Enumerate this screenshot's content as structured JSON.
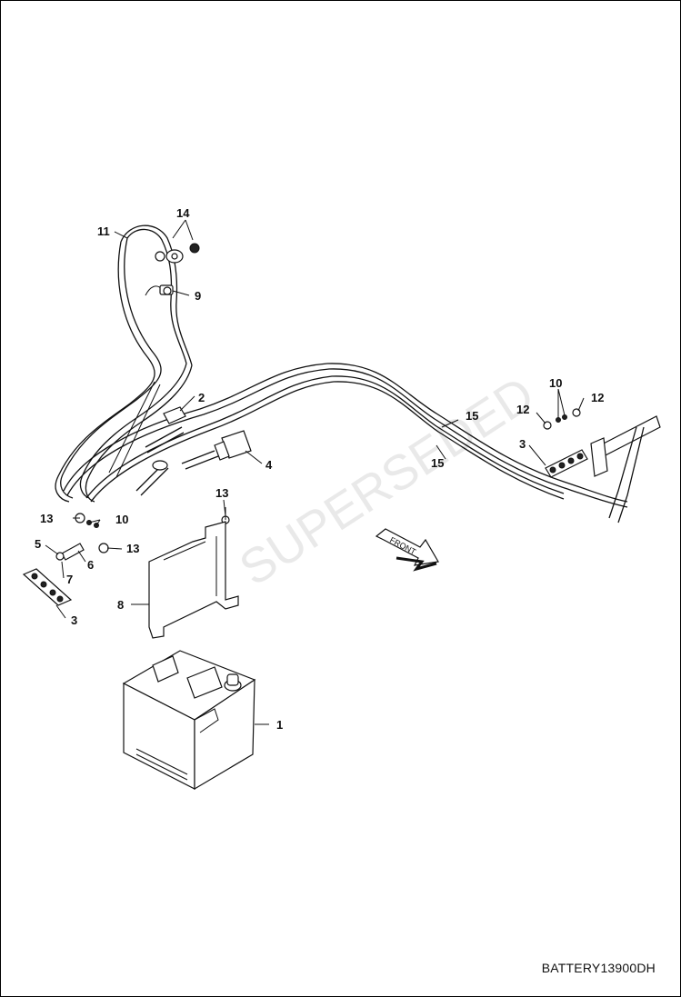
{
  "diagram": {
    "drawing_code": "BATTERY13900DH",
    "front_arrow_label": "FRONT",
    "callouts": [
      {
        "id": "c1",
        "label": "1"
      },
      {
        "id": "c2",
        "label": "2"
      },
      {
        "id": "c3a",
        "label": "3"
      },
      {
        "id": "c3b",
        "label": "3"
      },
      {
        "id": "c4",
        "label": "4"
      },
      {
        "id": "c5",
        "label": "5"
      },
      {
        "id": "c6",
        "label": "6"
      },
      {
        "id": "c7",
        "label": "7"
      },
      {
        "id": "c8",
        "label": "8"
      },
      {
        "id": "c9",
        "label": "9"
      },
      {
        "id": "c10a",
        "label": "10"
      },
      {
        "id": "c10b",
        "label": "10"
      },
      {
        "id": "c11",
        "label": "11"
      },
      {
        "id": "c12a",
        "label": "12"
      },
      {
        "id": "c12b",
        "label": "12"
      },
      {
        "id": "c13a",
        "label": "13"
      },
      {
        "id": "c13b",
        "label": "13"
      },
      {
        "id": "c13c",
        "label": "13"
      },
      {
        "id": "c14",
        "label": "14"
      },
      {
        "id": "c15a",
        "label": "15"
      },
      {
        "id": "c15b",
        "label": "15"
      }
    ]
  }
}
